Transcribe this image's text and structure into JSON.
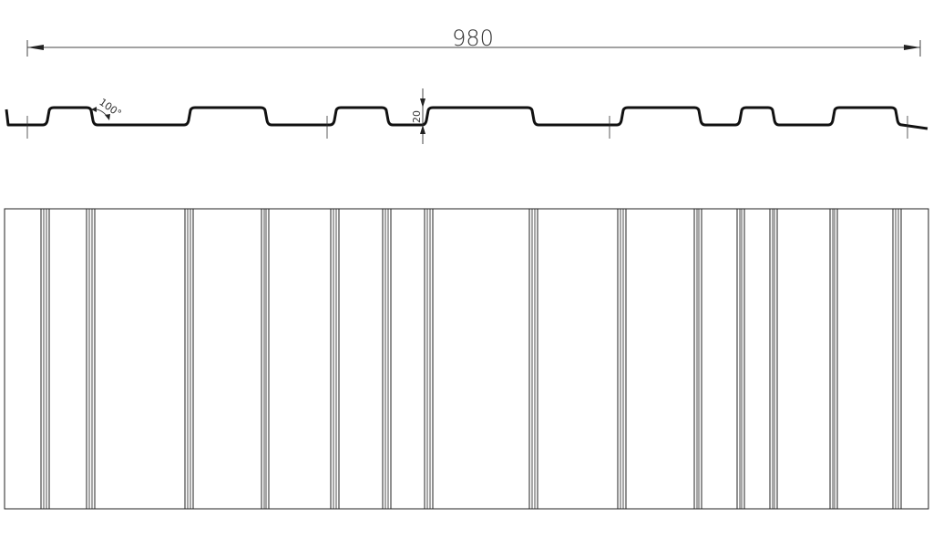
{
  "dimensions": {
    "overall_width": "980",
    "rib_height": "20",
    "rib_angle": "100°"
  },
  "colors": {
    "profile": "#111111",
    "lines": "#222222",
    "dimension": "#444444"
  }
}
